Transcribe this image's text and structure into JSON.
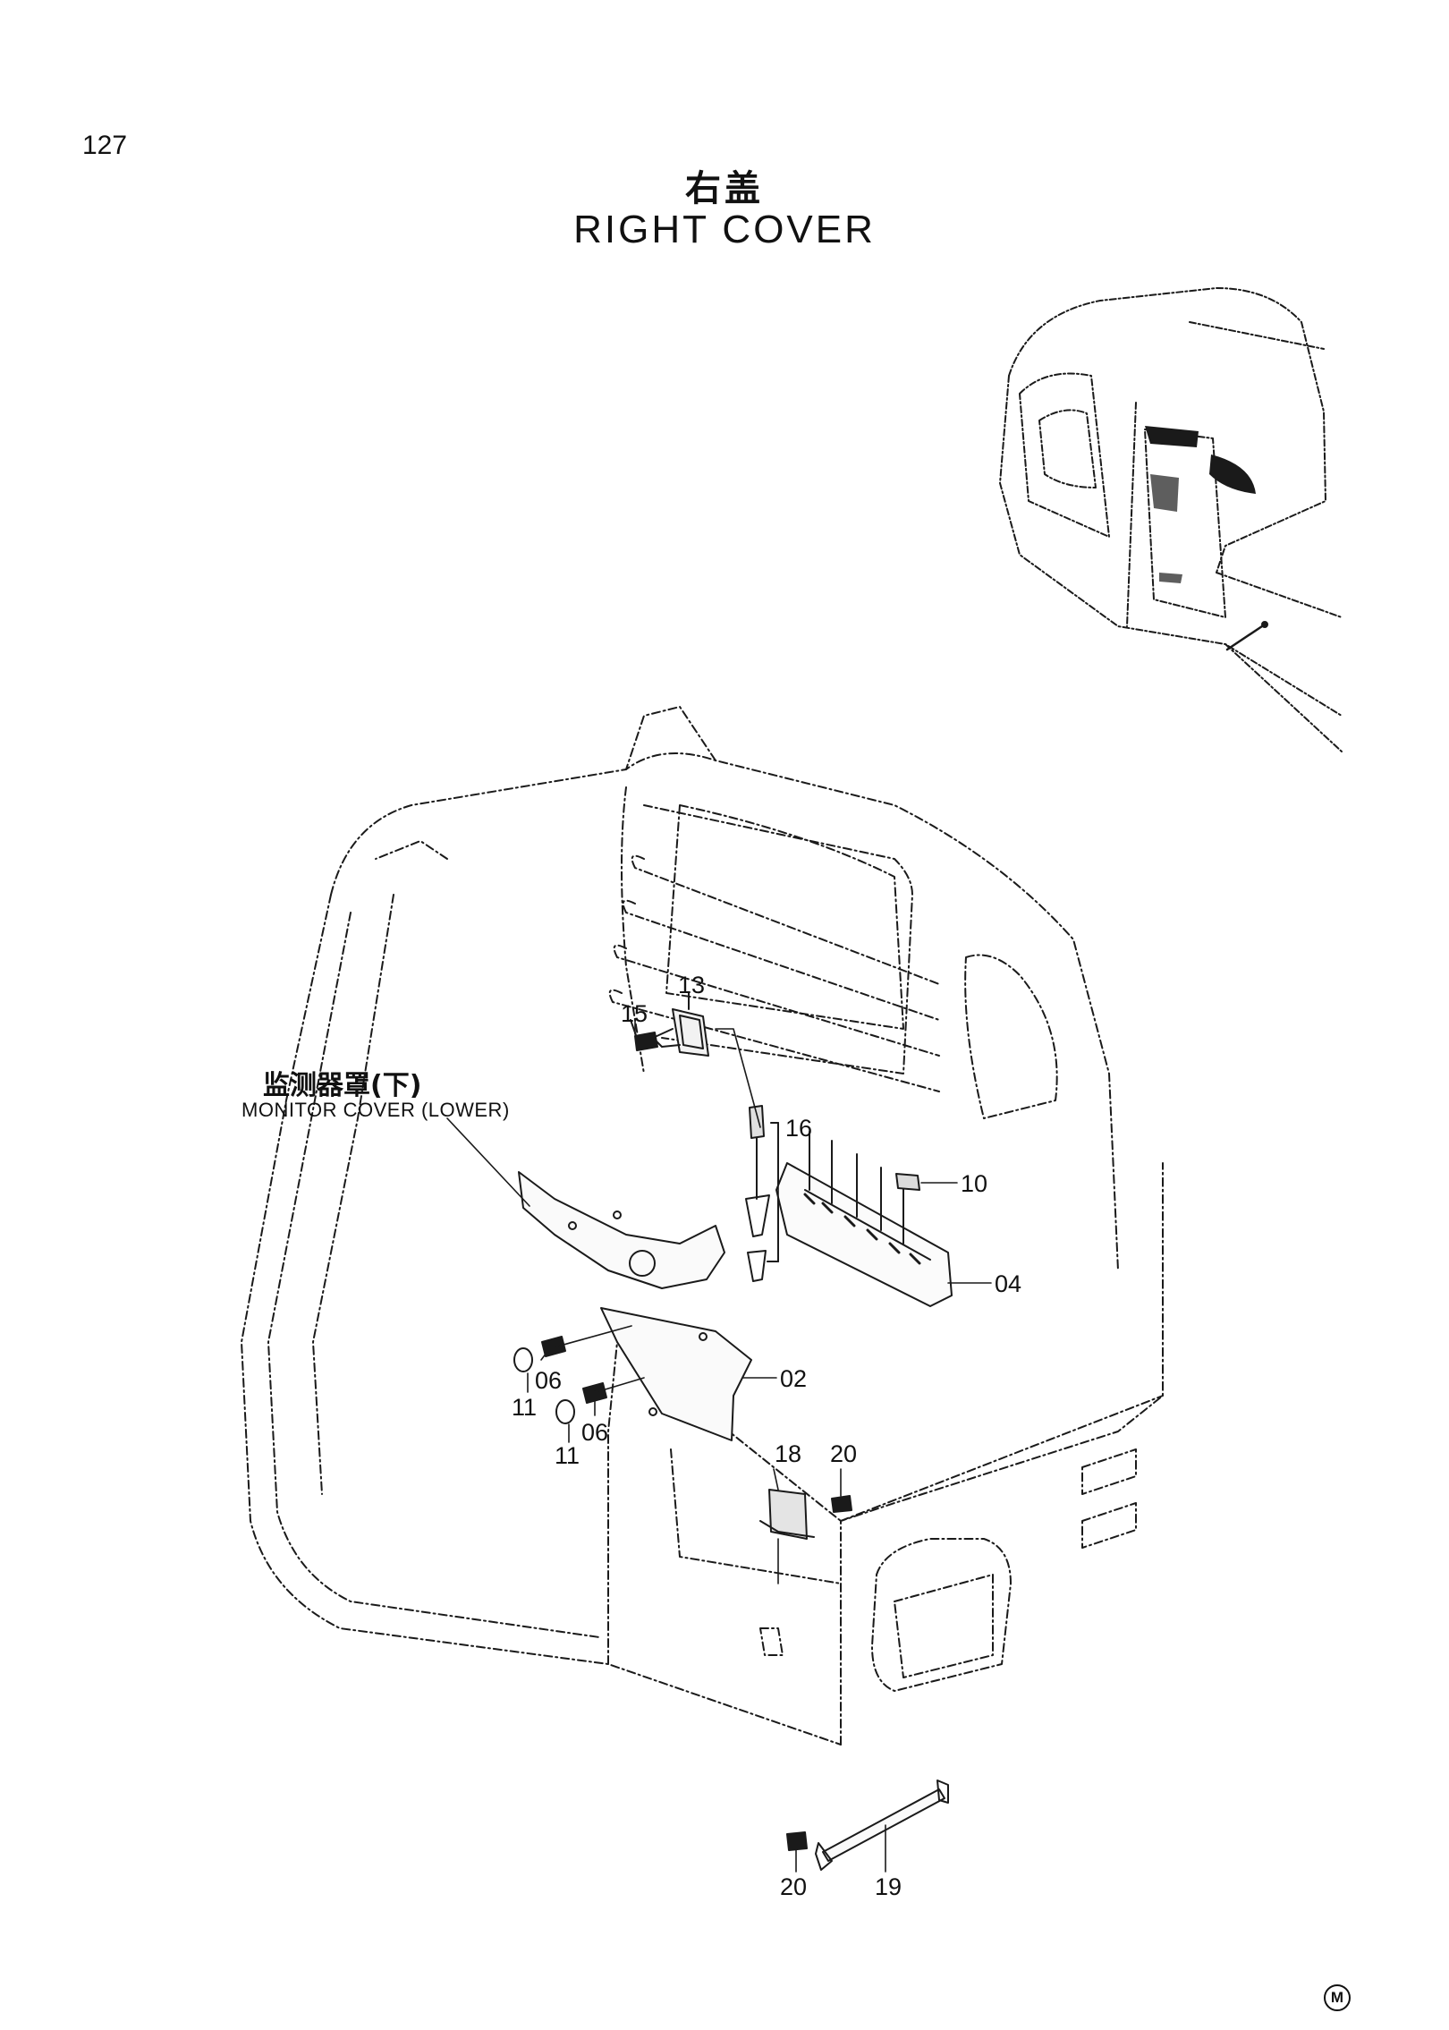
{
  "page": {
    "number": "127",
    "title_cn": "右盖",
    "title_en": "RIGHT  COVER"
  },
  "subassembly": {
    "name_cn": "监测器罩(下)",
    "name_en": "MONITOR  COVER  (LOWER)"
  },
  "callouts": {
    "c13": "13",
    "c15": "15",
    "c16": "16",
    "c10": "10",
    "c04": "04",
    "c02": "02",
    "c06a": "06",
    "c06b": "06",
    "c11a": "11",
    "c11b": "11",
    "c18": "18",
    "c20a": "20",
    "c20b": "20",
    "c19": "19"
  },
  "footer": {
    "mark": "M"
  },
  "colors": {
    "line": "#1a1a1a",
    "background": "#ffffff"
  }
}
